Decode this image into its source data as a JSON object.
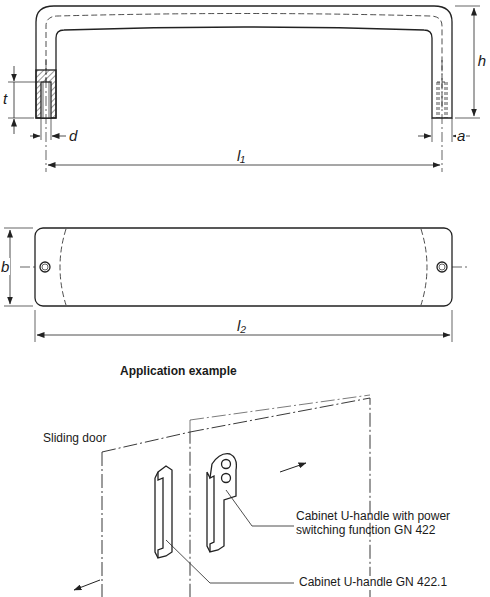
{
  "diagram": {
    "labels": [
      "h",
      "t",
      "d",
      "a",
      "l₁",
      "b",
      "l₂",
      "Application example",
      "Sliding door",
      "Cabinet U-handle with power switching function GN 422",
      "Cabinet U-handle GN 422.1"
    ]
  }
}
